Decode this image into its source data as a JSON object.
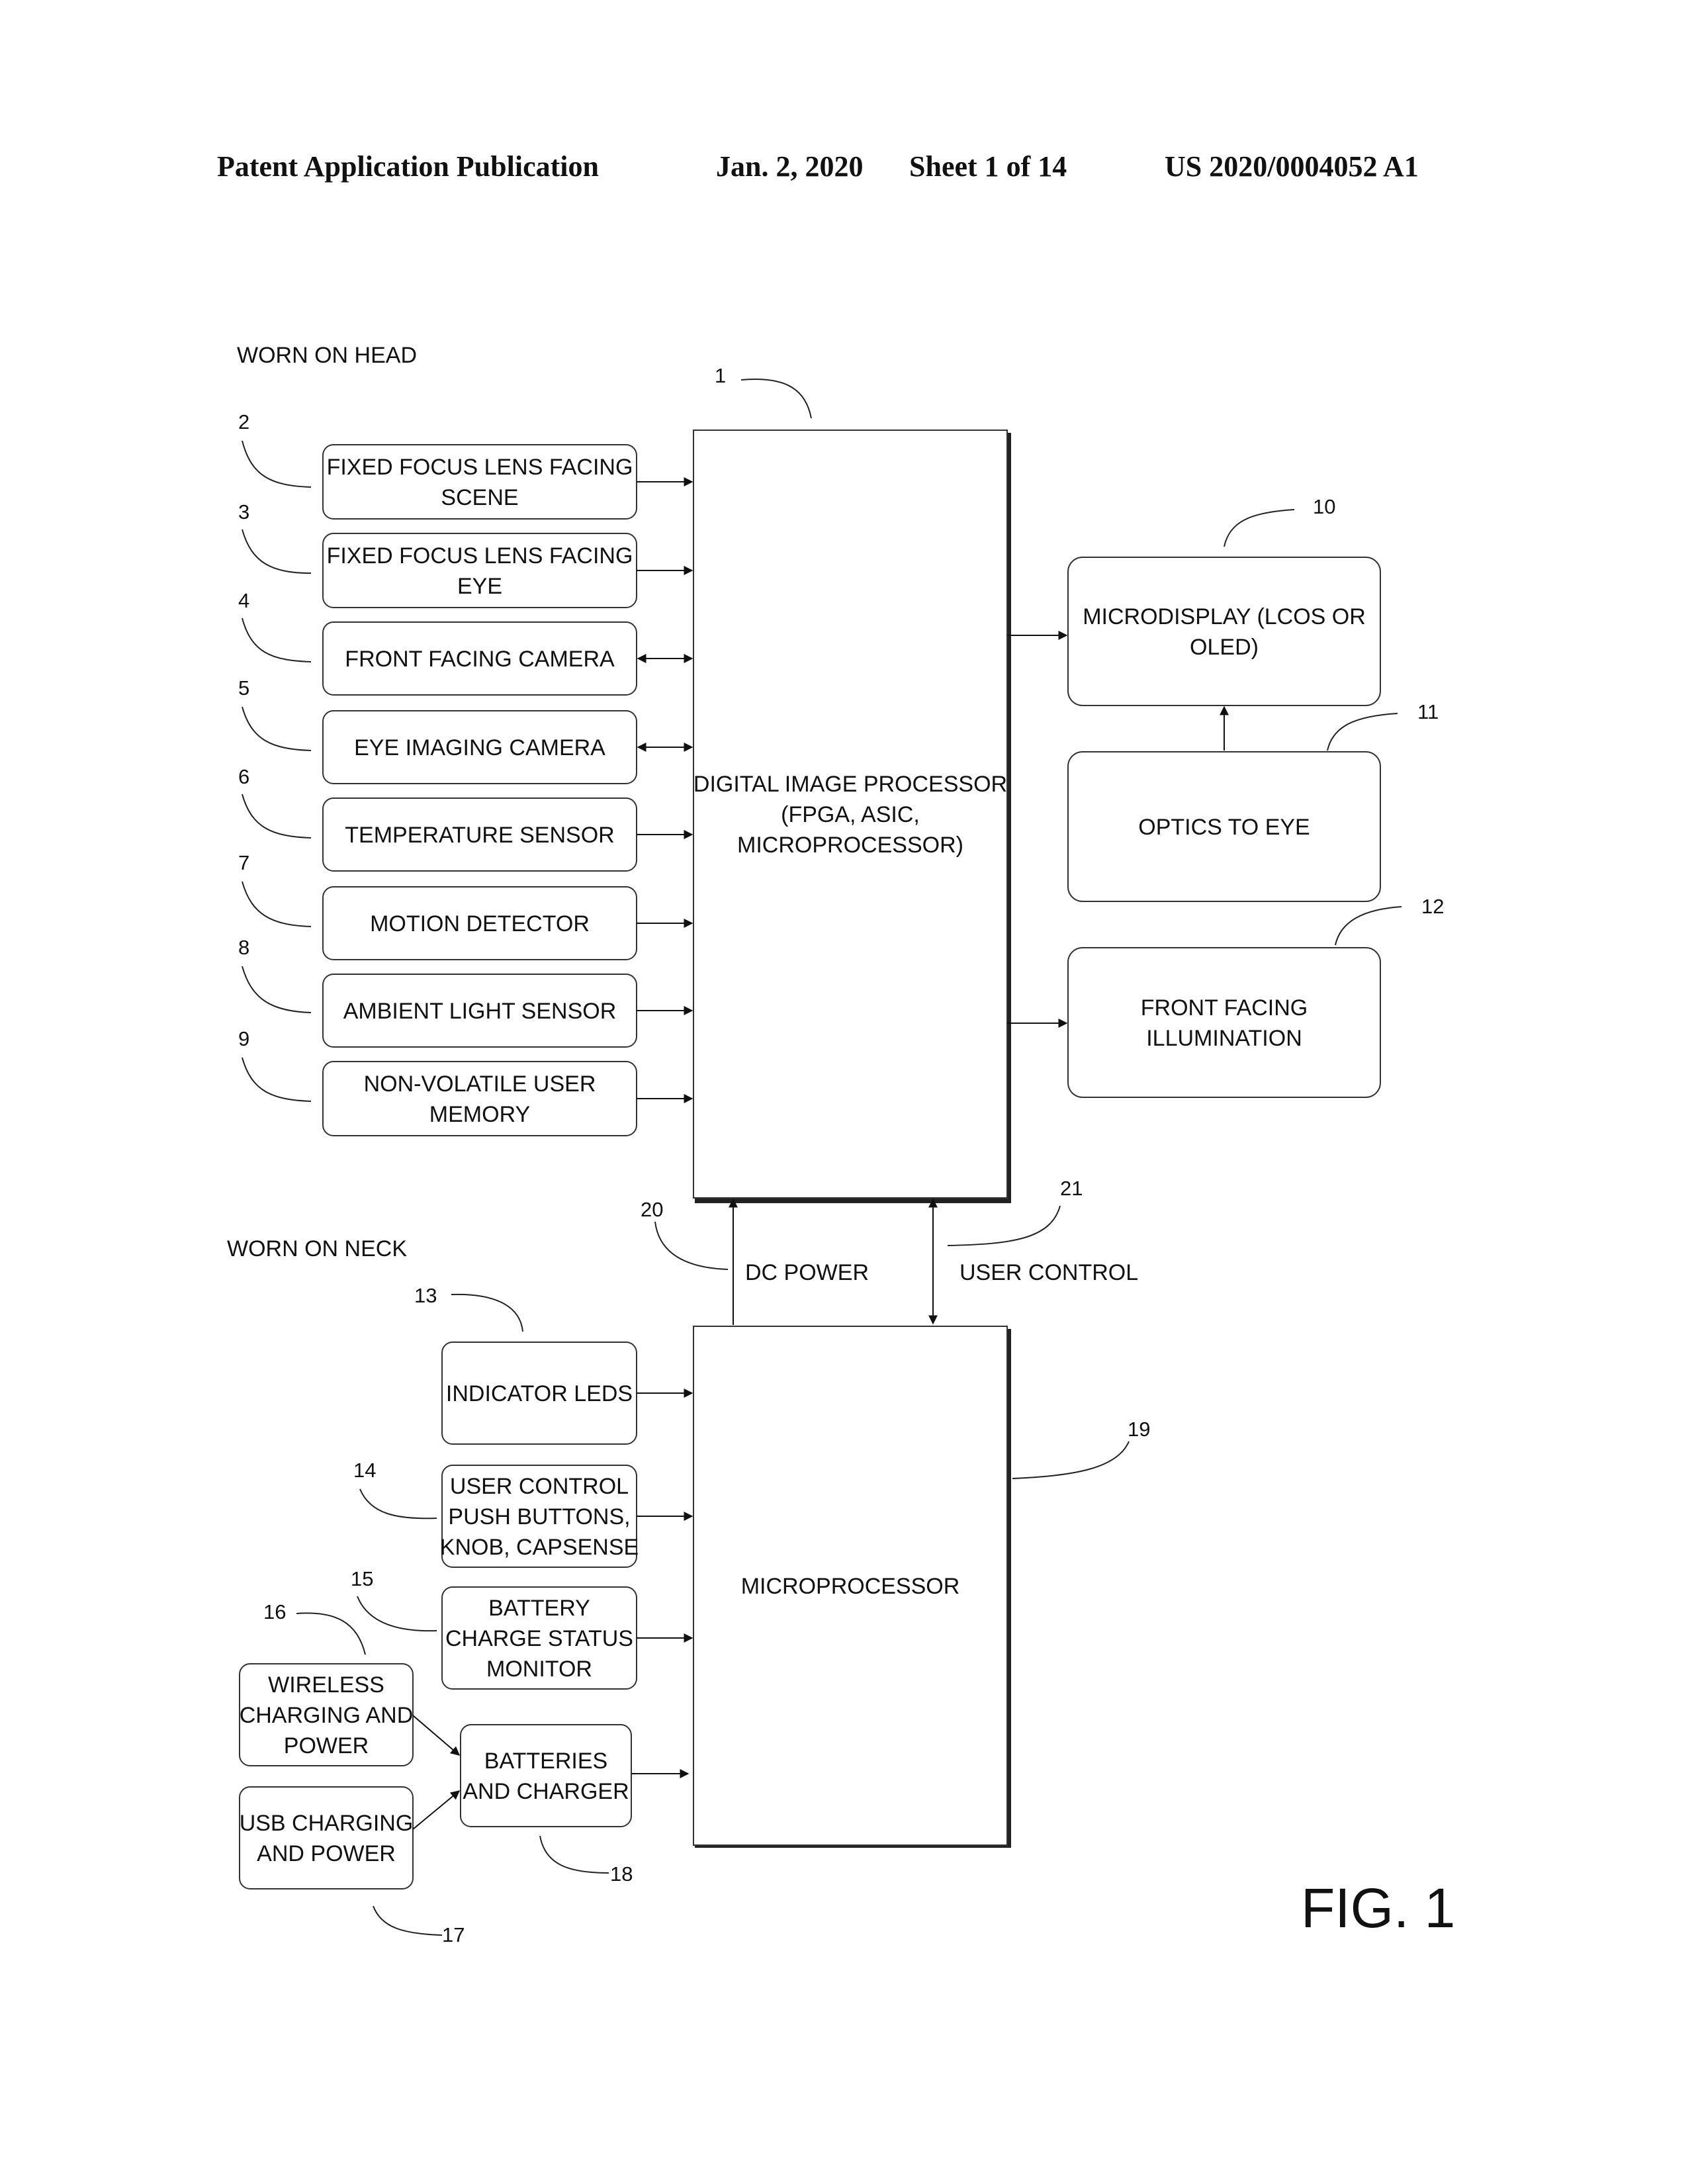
{
  "header": {
    "publication": "Patent Application Publication",
    "date": "Jan. 2, 2020",
    "sheet": "Sheet 1 of 14",
    "number": "US 2020/0004052 A1"
  },
  "sections": {
    "head": "WORN ON HEAD",
    "neck": "WORN ON NECK"
  },
  "blocks": {
    "processor": {
      "ref": "1",
      "lines": [
        "DIGITAL IMAGE PROCESSOR",
        "(FPGA, ASIC,",
        "MICROPROCESSOR)"
      ]
    },
    "lens_scene": {
      "ref": "2",
      "lines": [
        "FIXED FOCUS LENS FACING",
        "SCENE"
      ]
    },
    "lens_eye": {
      "ref": "3",
      "lines": [
        "FIXED FOCUS LENS FACING",
        "EYE"
      ]
    },
    "front_camera": {
      "ref": "4",
      "lines": [
        "FRONT FACING CAMERA"
      ]
    },
    "eye_camera": {
      "ref": "5",
      "lines": [
        "EYE IMAGING CAMERA"
      ]
    },
    "temp_sensor": {
      "ref": "6",
      "lines": [
        "TEMPERATURE SENSOR"
      ]
    },
    "motion": {
      "ref": "7",
      "lines": [
        "MOTION DETECTOR"
      ]
    },
    "ambient": {
      "ref": "8",
      "lines": [
        "AMBIENT LIGHT SENSOR"
      ]
    },
    "memory": {
      "ref": "9",
      "lines": [
        "NON-VOLATILE USER",
        "MEMORY"
      ]
    },
    "microdisplay": {
      "ref": "10",
      "lines": [
        "MICRODISPLAY (LCOS OR",
        "OLED)"
      ]
    },
    "optics": {
      "ref": "11",
      "lines": [
        "OPTICS TO EYE"
      ]
    },
    "illumination": {
      "ref": "12",
      "lines": [
        "FRONT FACING",
        "ILLUMINATION"
      ]
    },
    "leds": {
      "ref": "13",
      "lines": [
        "INDICATOR LEDS"
      ]
    },
    "user_control": {
      "ref": "14",
      "lines": [
        "USER CONTROL",
        "PUSH BUTTONS,",
        "KNOB, CAPSENSE"
      ]
    },
    "battery_monitor": {
      "ref": "15",
      "lines": [
        "BATTERY",
        "CHARGE STATUS",
        "MONITOR"
      ]
    },
    "wireless": {
      "ref": "16",
      "lines": [
        "WIRELESS",
        "CHARGING AND",
        "POWER"
      ]
    },
    "usb": {
      "ref": "17",
      "lines": [
        "USB CHARGING",
        "AND POWER"
      ]
    },
    "batteries": {
      "ref": "18",
      "lines": [
        "BATTERIES",
        "AND CHARGER"
      ]
    },
    "microprocessor": {
      "ref": "19",
      "lines": [
        "MICROPROCESSOR"
      ]
    }
  },
  "links": {
    "dc_power": {
      "ref": "20",
      "label": "DC POWER"
    },
    "user_ctrl": {
      "ref": "21",
      "label": "USER CONTROL"
    }
  },
  "figure_label": "FIG. 1"
}
